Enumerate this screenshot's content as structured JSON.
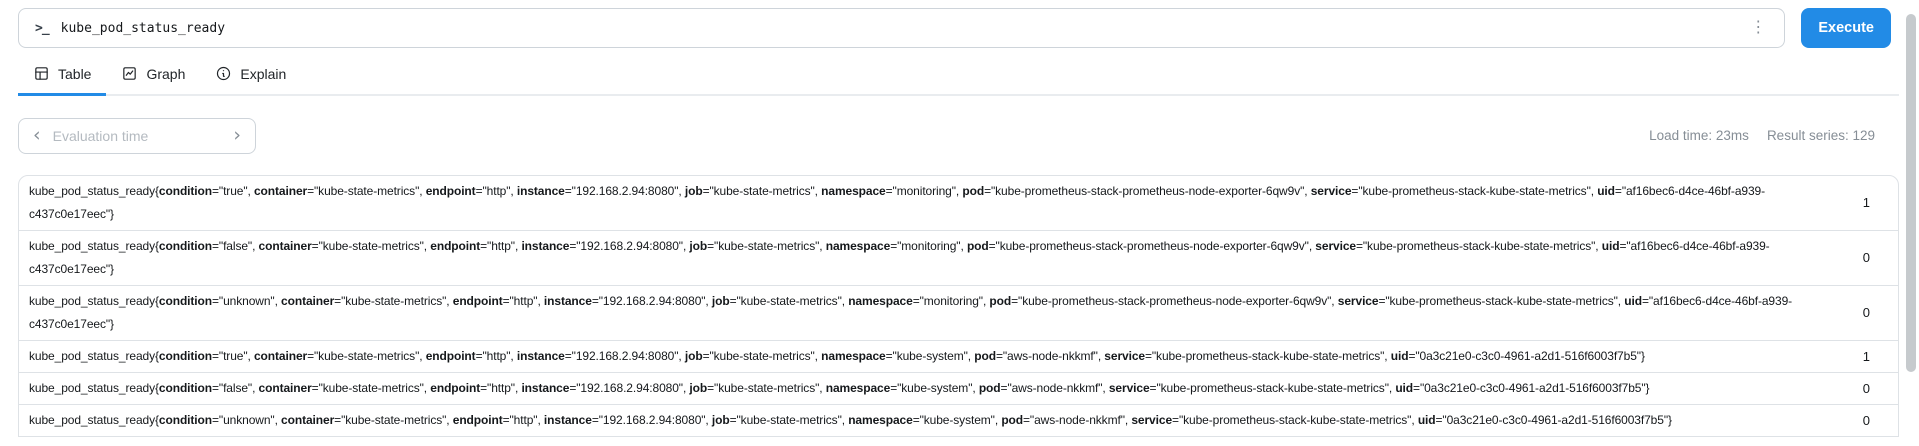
{
  "colors": {
    "accent": "#228be6",
    "border": "#dee2e6",
    "muted_text": "#868e96",
    "placeholder_text": "#b4bac0",
    "scrollbar": "#c6cacd"
  },
  "query_bar": {
    "prompt_glyph": ">_",
    "query": "kube_pod_status_ready",
    "menu_glyph": "⋮",
    "execute_label": "Execute"
  },
  "tabs": [
    {
      "label": "Table",
      "icon": "table-icon",
      "active": true
    },
    {
      "label": "Graph",
      "icon": "graph-icon",
      "active": false
    },
    {
      "label": "Explain",
      "icon": "info-icon",
      "active": false
    }
  ],
  "toolbar": {
    "evaluation_time_placeholder": "Evaluation time",
    "prev_glyph": "‹",
    "next_glyph": "›",
    "load_time": "Load time: 23ms",
    "result_series": "Result series: 129"
  },
  "table": {
    "rows": [
      {
        "metric": "kube_pod_status_ready",
        "labels": [
          [
            "condition",
            "true"
          ],
          [
            "container",
            "kube-state-metrics"
          ],
          [
            "endpoint",
            "http"
          ],
          [
            "instance",
            "192.168.2.94:8080"
          ],
          [
            "job",
            "kube-state-metrics"
          ],
          [
            "namespace",
            "monitoring"
          ],
          [
            "pod",
            "kube-prometheus-stack-prometheus-node-exporter-6qw9v"
          ],
          [
            "service",
            "kube-prometheus-stack-kube-state-metrics"
          ],
          [
            "uid",
            "af16bec6-d4ce-46bf-a939-c437c0e17eec"
          ]
        ],
        "value": "1"
      },
      {
        "metric": "kube_pod_status_ready",
        "labels": [
          [
            "condition",
            "false"
          ],
          [
            "container",
            "kube-state-metrics"
          ],
          [
            "endpoint",
            "http"
          ],
          [
            "instance",
            "192.168.2.94:8080"
          ],
          [
            "job",
            "kube-state-metrics"
          ],
          [
            "namespace",
            "monitoring"
          ],
          [
            "pod",
            "kube-prometheus-stack-prometheus-node-exporter-6qw9v"
          ],
          [
            "service",
            "kube-prometheus-stack-kube-state-metrics"
          ],
          [
            "uid",
            "af16bec6-d4ce-46bf-a939-c437c0e17eec"
          ]
        ],
        "value": "0"
      },
      {
        "metric": "kube_pod_status_ready",
        "labels": [
          [
            "condition",
            "unknown"
          ],
          [
            "container",
            "kube-state-metrics"
          ],
          [
            "endpoint",
            "http"
          ],
          [
            "instance",
            "192.168.2.94:8080"
          ],
          [
            "job",
            "kube-state-metrics"
          ],
          [
            "namespace",
            "monitoring"
          ],
          [
            "pod",
            "kube-prometheus-stack-prometheus-node-exporter-6qw9v"
          ],
          [
            "service",
            "kube-prometheus-stack-kube-state-metrics"
          ],
          [
            "uid",
            "af16bec6-d4ce-46bf-a939-c437c0e17eec"
          ]
        ],
        "value": "0"
      },
      {
        "metric": "kube_pod_status_ready",
        "labels": [
          [
            "condition",
            "true"
          ],
          [
            "container",
            "kube-state-metrics"
          ],
          [
            "endpoint",
            "http"
          ],
          [
            "instance",
            "192.168.2.94:8080"
          ],
          [
            "job",
            "kube-state-metrics"
          ],
          [
            "namespace",
            "kube-system"
          ],
          [
            "pod",
            "aws-node-nkkmf"
          ],
          [
            "service",
            "kube-prometheus-stack-kube-state-metrics"
          ],
          [
            "uid",
            "0a3c21e0-c3c0-4961-a2d1-516f6003f7b5"
          ]
        ],
        "value": "1"
      },
      {
        "metric": "kube_pod_status_ready",
        "labels": [
          [
            "condition",
            "false"
          ],
          [
            "container",
            "kube-state-metrics"
          ],
          [
            "endpoint",
            "http"
          ],
          [
            "instance",
            "192.168.2.94:8080"
          ],
          [
            "job",
            "kube-state-metrics"
          ],
          [
            "namespace",
            "kube-system"
          ],
          [
            "pod",
            "aws-node-nkkmf"
          ],
          [
            "service",
            "kube-prometheus-stack-kube-state-metrics"
          ],
          [
            "uid",
            "0a3c21e0-c3c0-4961-a2d1-516f6003f7b5"
          ]
        ],
        "value": "0"
      },
      {
        "metric": "kube_pod_status_ready",
        "labels": [
          [
            "condition",
            "unknown"
          ],
          [
            "container",
            "kube-state-metrics"
          ],
          [
            "endpoint",
            "http"
          ],
          [
            "instance",
            "192.168.2.94:8080"
          ],
          [
            "job",
            "kube-state-metrics"
          ],
          [
            "namespace",
            "kube-system"
          ],
          [
            "pod",
            "aws-node-nkkmf"
          ],
          [
            "service",
            "kube-prometheus-stack-kube-state-metrics"
          ],
          [
            "uid",
            "0a3c21e0-c3c0-4961-a2d1-516f6003f7b5"
          ]
        ],
        "value": "0"
      }
    ]
  }
}
